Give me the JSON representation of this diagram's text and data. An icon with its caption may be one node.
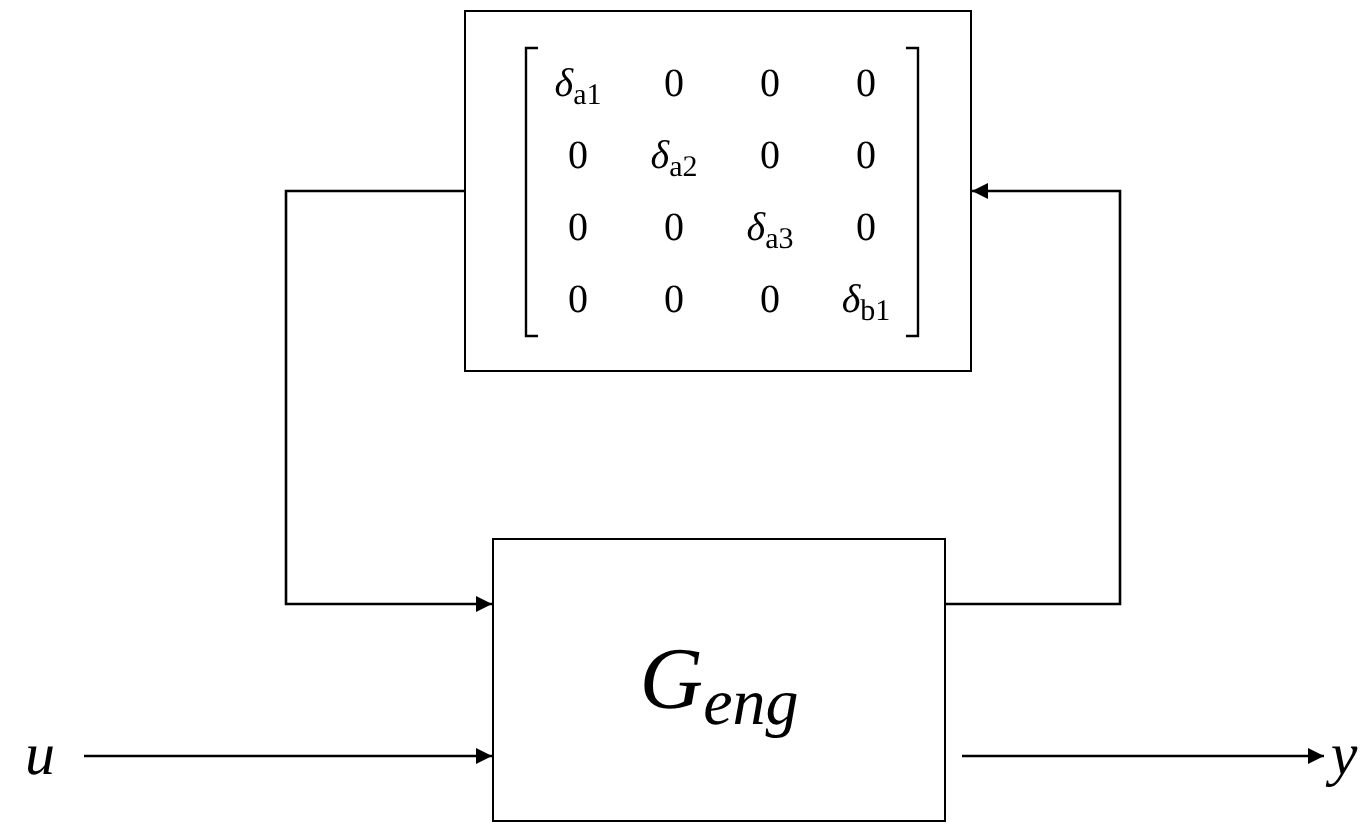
{
  "diagram": {
    "nodes": [
      {
        "text": [
          "*δ*$_{a1}$",
          "0",
          "0",
          "0",
          "0",
          "*δ*$_{a2}$",
          "0",
          "0",
          "0",
          "0",
          "*δ*$_{a3}$",
          "0",
          "0",
          "0",
          "0",
          "*δ*$_{b1}$"
        ]
      },
      {
        "text": [
          "G$_{eng}$"
        ]
      },
      {
        "text": [
          "u"
        ]
      },
      {
        "text": [
          "y"
        ]
      }
    ],
    "edges": [
      {
        "from": 0,
        "to": 1,
        "arrow": "to"
      },
      {
        "from": 1,
        "to": 0,
        "arrow": "to"
      },
      {
        "from": 2,
        "to": 1,
        "arrow": "to"
      },
      {
        "from": 1,
        "to": 3,
        "arrow": "to"
      }
    ]
  }
}
